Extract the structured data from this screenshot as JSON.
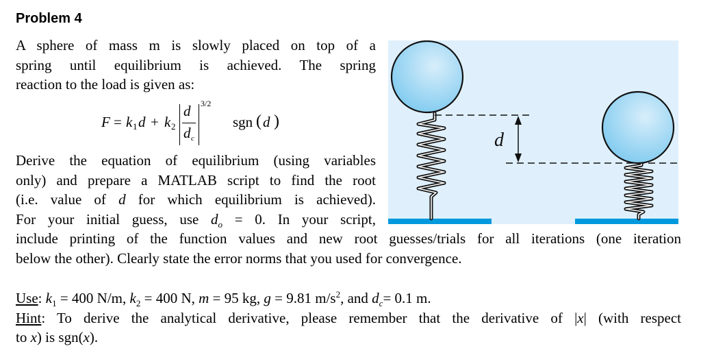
{
  "title": "Problem 4",
  "paragraph1": {
    "lines": [
      "A sphere of mass m is slowly placed on top of a",
      "spring until equilibrium is achieved. The spring",
      "reaction to the load is given as:"
    ]
  },
  "equation": {
    "lhs": "F",
    "equals": "=",
    "k1": "k",
    "k1_sub": "1",
    "d1": "d",
    "plus": "+",
    "k2": "k",
    "k2_sub": "2",
    "numerator": "d",
    "denominator": "d",
    "denominator_sub": "c",
    "exponent": "3/2",
    "sgn": "sgn",
    "sgn_open": "(",
    "sgn_arg": "d",
    "sgn_close": ")"
  },
  "paragraph2": {
    "lines": [
      "Derive the equation of equilibrium (using variables",
      "only) and prepare a MATLAB script to find the root"
    ],
    "line3_pre": "(i.e. value of ",
    "line3_var": "d",
    "line3_post": " for which equilibrium is achieved).",
    "line4_pre": "For your initial guess, use ",
    "line4_var": "d",
    "line4_sub": "o",
    "line4_post": " = 0. In your script,"
  },
  "paragraph3": {
    "lines": [
      "include printing of the function values and new root guesses/trials for all iterations (one iteration",
      "below the other). Clearly state the error norms that you used for convergence."
    ]
  },
  "use_line": {
    "label": "Use",
    "colon": ": ",
    "k1_var": "k",
    "k1_sub": "1",
    "k1_val": " = 400 N/m, ",
    "k2_var": "k",
    "k2_sub": "2",
    "k2_val": " = 400 N, ",
    "m_var": "m",
    "m_val": " = 95 kg, ",
    "g_var": "g",
    "g_val": " = 9.81 m/s",
    "g_sup": "2",
    "and": ", and ",
    "dc_var": "d",
    "dc_sub": "c",
    "dc_val": "= 0.1 m."
  },
  "hint_line": {
    "label": "Hint",
    "text1": ": To derive the analytical derivative, please remember that the derivative of |",
    "x1": "x",
    "text2": "| (with respect",
    "text3": "to ",
    "x2": "x",
    "text4": ") is sgn(",
    "x3": "x",
    "text5": ")."
  },
  "figure": {
    "dimension_label": "d",
    "colors": {
      "background": "#dff0fc",
      "sphere_fill": "#86cdf0",
      "sphere_highlight": "#d8eefb",
      "base": "#0099dd",
      "outline": "#111111"
    }
  }
}
